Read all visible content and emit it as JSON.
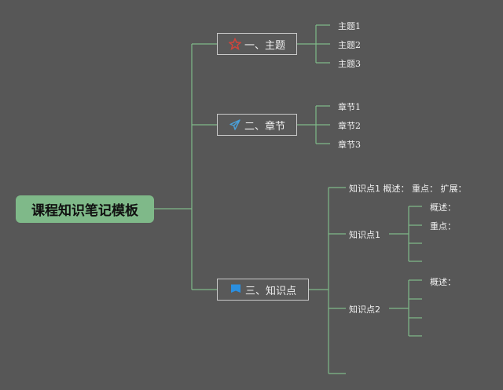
{
  "root": {
    "title": "课程知识笔记模板"
  },
  "branches": [
    {
      "label": "一、主题",
      "icon": "star-icon",
      "children": [
        "主题1",
        "主题2",
        "主题3"
      ]
    },
    {
      "label": "二、章节",
      "icon": "paper-plane-icon",
      "children": [
        "章节1",
        "章节2",
        "章节3"
      ]
    },
    {
      "label": "三、知识点",
      "icon": "flag-icon",
      "summary": "知识点1 概述： 重点： 扩展：",
      "children": [
        {
          "label": "知识点1",
          "notes": [
            "概述：",
            "重点："
          ]
        },
        {
          "label": "知识点2",
          "notes": [
            "概述："
          ]
        }
      ]
    }
  ],
  "colors": {
    "background": "#575757",
    "line": "#7fb989",
    "root": "#7fb989",
    "star": "#d0453c",
    "plane": "#4a9fd8",
    "flag": "#2b8fe0"
  }
}
